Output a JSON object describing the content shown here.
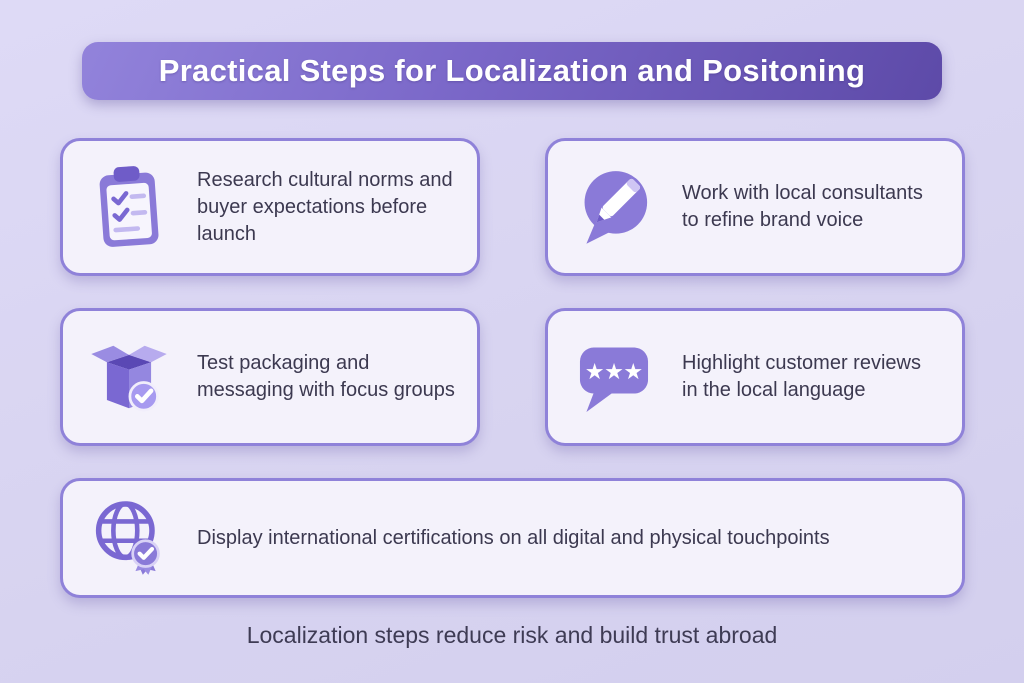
{
  "page": {
    "title": "Practical Steps for Localization and Positoning",
    "footer": "Localization steps reduce risk and build trust abroad"
  },
  "cards": [
    {
      "id": "research",
      "icon": "clipboard-checklist-icon",
      "text": "Research cultural norms and buyer expectations before launch"
    },
    {
      "id": "consultants",
      "icon": "speech-bubble-pencil-icon",
      "text": "Work with local consultants to refine brand voice"
    },
    {
      "id": "packaging",
      "icon": "open-box-check-icon",
      "text": "Test packaging and messaging with focus groups"
    },
    {
      "id": "reviews",
      "icon": "speech-bubble-stars-icon",
      "text": "Highlight customer reviews in the local language"
    },
    {
      "id": "certifications",
      "icon": "globe-certificate-icon",
      "text": "Display international certifications on all digital and physical touchpoints"
    }
  ],
  "colors": {
    "background": "#dbd7f3",
    "banner_gradient_start": "#9283db",
    "banner_gradient_end": "#5d4aa8",
    "card_background": "#f4f2fb",
    "card_border": "#8f82d9",
    "icon_purple": "#7a68d2",
    "icon_purple_light": "#a79af0",
    "text": "#3c3950"
  }
}
